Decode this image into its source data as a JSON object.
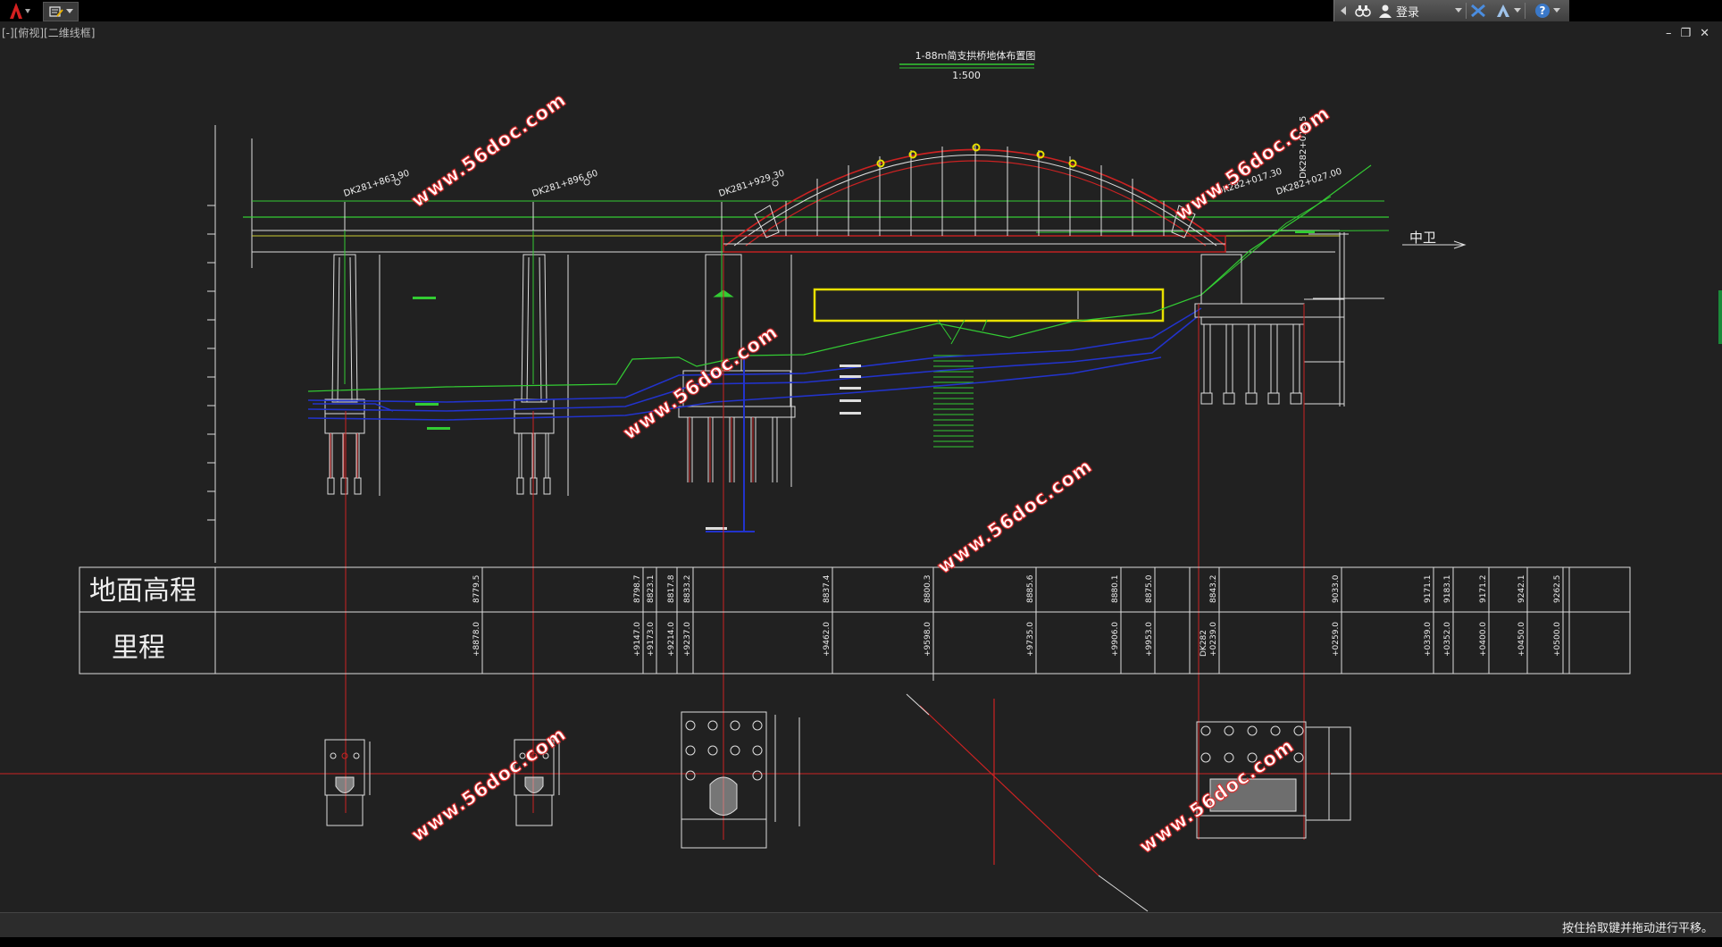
{
  "titlebar": {
    "logo_icon": "autocad-a-icon",
    "quick_access_icon": "toolbar-icon",
    "login_label": "登录"
  },
  "viewport": {
    "view_label": "[-][俯视][二维线框]",
    "window_controls": [
      "–",
      "❐",
      "✕"
    ]
  },
  "drawing": {
    "title": "1-88m简支拱桥地体布置图",
    "scale": "1:500",
    "stations": [
      "DK281+863.90",
      "DK281+896.60",
      "DK281+929.30",
      "DK282+017.30",
      "DK282+027.00",
      "DK282+018.5"
    ],
    "right_label": "中卫",
    "table": {
      "row1_header": "地面高程",
      "row2_header": "里程",
      "elevations": [
        "8779.5",
        "8798.7",
        "8823.1",
        "8817.8",
        "8833.2",
        "8837.4",
        "8800.3",
        "8885.6",
        "8880.1",
        "8875.0",
        "8843.2",
        "9033.0",
        "9171.1",
        "9183.1",
        "9171.2",
        "9242.1",
        "9262.5"
      ],
      "mileages": [
        "+8878.0",
        "+9147.0",
        "+9173.0",
        "+9214.0",
        "+9237.0",
        "+9462.0",
        "+9598.0",
        "+9735.0",
        "+9906.0",
        "+9953.0",
        "+0239.0",
        "+0259.0",
        "+0339.0",
        "+0352.0",
        "+0400.0",
        "+0450.0",
        "+0500.0"
      ],
      "mileage_extra": "DK282"
    },
    "watermark": "www.56doc.com"
  },
  "statusbar": {
    "text": "按住拾取键并拖动进行平移。"
  }
}
